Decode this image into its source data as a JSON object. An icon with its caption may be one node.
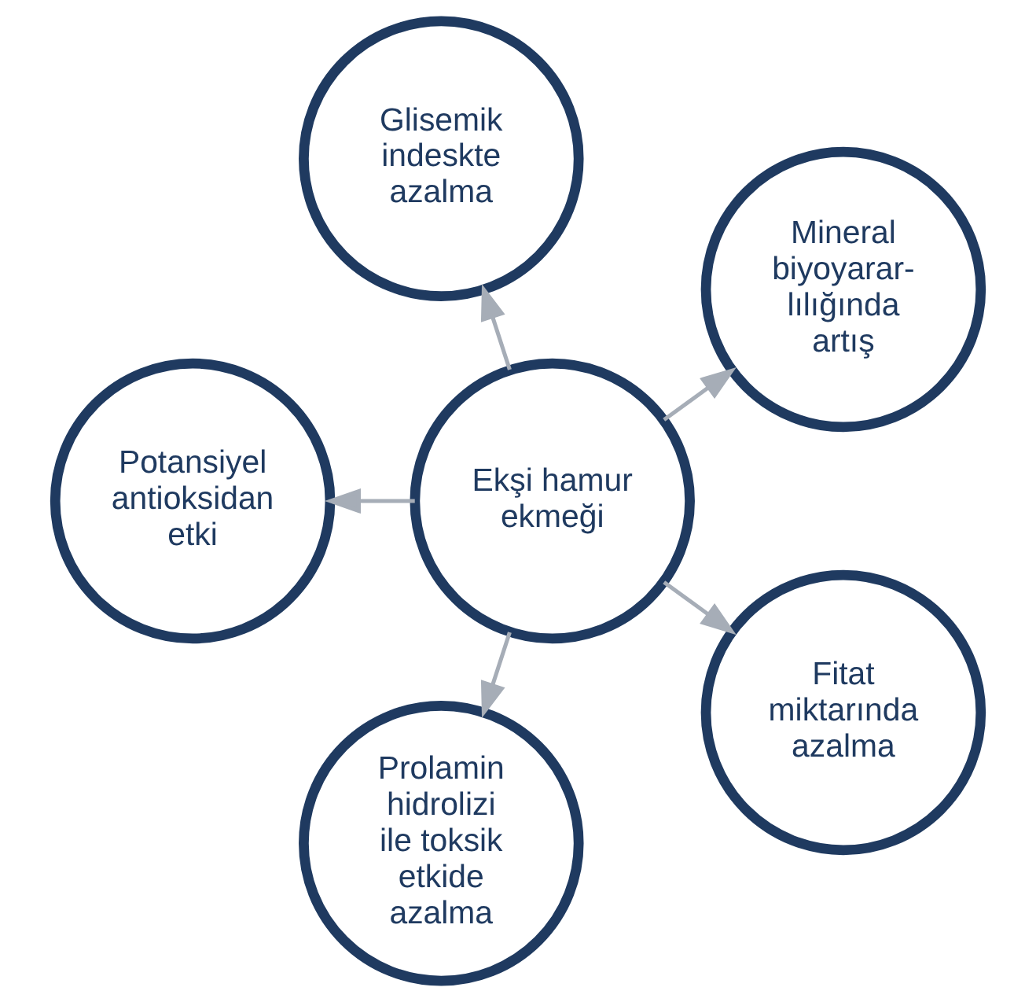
{
  "diagram": {
    "nodes": [
      {
        "text": [
          "Ekşi hamur ekmeği"
        ]
      },
      {
        "text": [
          "Mineral biyoyarar- lılığında artış"
        ]
      },
      {
        "text": [
          "Glisemik indeskte azalma"
        ]
      },
      {
        "text": [
          "Potansiyel antioksidan etki"
        ]
      },
      {
        "text": [
          "Prolamin hidrolizi ile toksik etkide azalma"
        ]
      },
      {
        "text": [
          "Fitat miktarında azalma"
        ]
      }
    ],
    "edges": [
      {
        "from": 0,
        "to": 1,
        "arrow": "to"
      },
      {
        "from": 0,
        "to": 2,
        "arrow": "to"
      },
      {
        "from": 0,
        "to": 3,
        "arrow": "to"
      },
      {
        "from": 0,
        "to": 4,
        "arrow": "to"
      },
      {
        "from": 0,
        "to": 5,
        "arrow": "to"
      }
    ]
  }
}
